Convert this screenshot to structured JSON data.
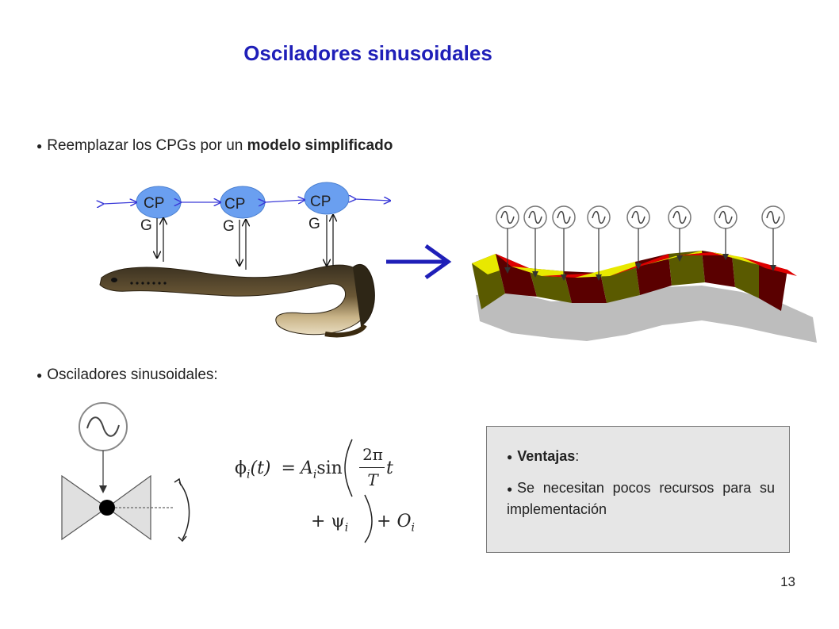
{
  "title": "Osciladores sinusoidales",
  "bullet1": {
    "text_prefix": "Reemplazar los CPGs por un ",
    "text_bold": "modelo simplificado"
  },
  "cpg_labels": [
    {
      "top": "CP",
      "bottom": "G"
    },
    {
      "top": "CP",
      "bottom": "G"
    },
    {
      "top": "CP",
      "bottom": "G"
    }
  ],
  "bullet2": {
    "text": "Osciladores sinusoidales:"
  },
  "equation": {
    "lhs": "ϕ",
    "sub_i": "i",
    "arg": "(t)",
    "eq": "=",
    "amp": "A",
    "sin": "sin",
    "num": "2π",
    "den": "T",
    "t": "t",
    "plus": "+",
    "psi": "ψ",
    "offset": "O"
  },
  "advantages": {
    "heading": "Ventajas",
    "colon": ":",
    "body": "Se necesitan pocos recursos para su implementación"
  },
  "page_number": "13",
  "colors": {
    "title": "#1f1fb8",
    "cpg_fill": "#6a9ff0",
    "arrow": "#3a3ad8",
    "robot_red": "#dd0000",
    "robot_yellow": "#e8e800",
    "robot_olive": "#5a5a00",
    "robot_maroon": "#5a0000"
  },
  "oscillator_count": 8
}
